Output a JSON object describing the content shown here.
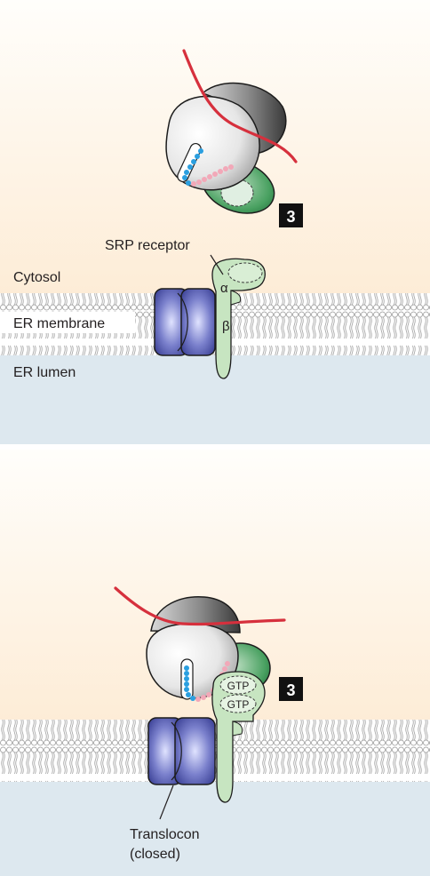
{
  "panel_top": {
    "labels": {
      "srp_receptor": "SRP receptor",
      "cytosol": "Cytosol",
      "er_membrane": "ER membrane",
      "er_lumen": "ER lumen",
      "alpha": "α",
      "beta": "β"
    },
    "step_badge": "3"
  },
  "panel_bottom": {
    "labels": {
      "gtp_upper": "GTP",
      "gtp_lower": "GTP",
      "translocon": "Translocon",
      "translocon_state": "(closed)"
    },
    "step_badge": "3"
  },
  "colors": {
    "cytosol": "#fdf1e0",
    "lumen": "#dde8ef",
    "translocon": "#6066b8",
    "srp": "#3e9a58",
    "receptor": "#c7e5c1",
    "mrna": "#d6303d",
    "signal_blue": "#2a9fe0",
    "signal_pink": "#f2a8b8"
  }
}
